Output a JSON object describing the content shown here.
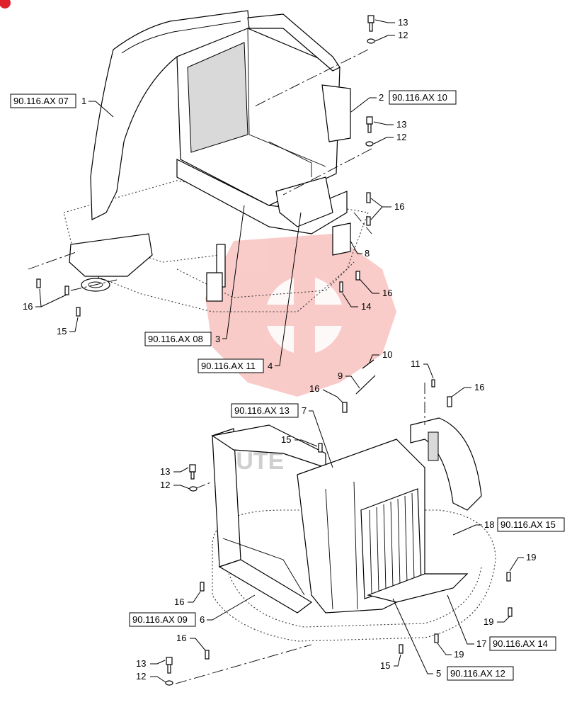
{
  "diagram": {
    "corner_mark_color": "#e0202a",
    "watermark_color": "#e8473f",
    "watermark_text": "MUTE",
    "top_assembly": {
      "callouts": [
        {
          "num": "1",
          "ref": "90.116.AX 07"
        },
        {
          "num": "2",
          "ref": "90.116.AX 10"
        },
        {
          "num": "3",
          "ref": "90.116.AX 08"
        },
        {
          "num": "4",
          "ref": "90.116.AX 11"
        },
        {
          "num": "8"
        },
        {
          "num": "12"
        },
        {
          "num": "12"
        },
        {
          "num": "13"
        },
        {
          "num": "13"
        },
        {
          "num": "14"
        },
        {
          "num": "15"
        },
        {
          "num": "16"
        },
        {
          "num": "16"
        },
        {
          "num": "16"
        }
      ]
    },
    "bottom_assembly": {
      "callouts": [
        {
          "num": "5",
          "ref": "90.116.AX 12"
        },
        {
          "num": "6",
          "ref": "90.116.AX 09"
        },
        {
          "num": "7",
          "ref": "90.116.AX 13"
        },
        {
          "num": "9"
        },
        {
          "num": "10"
        },
        {
          "num": "11"
        },
        {
          "num": "12"
        },
        {
          "num": "12"
        },
        {
          "num": "13"
        },
        {
          "num": "13"
        },
        {
          "num": "15"
        },
        {
          "num": "15"
        },
        {
          "num": "16"
        },
        {
          "num": "16"
        },
        {
          "num": "16"
        },
        {
          "num": "16"
        },
        {
          "num": "17",
          "ref": "90.116.AX 14"
        },
        {
          "num": "18",
          "ref": "90.116.AX 15"
        },
        {
          "num": "19"
        },
        {
          "num": "19"
        },
        {
          "num": "19"
        }
      ]
    }
  }
}
